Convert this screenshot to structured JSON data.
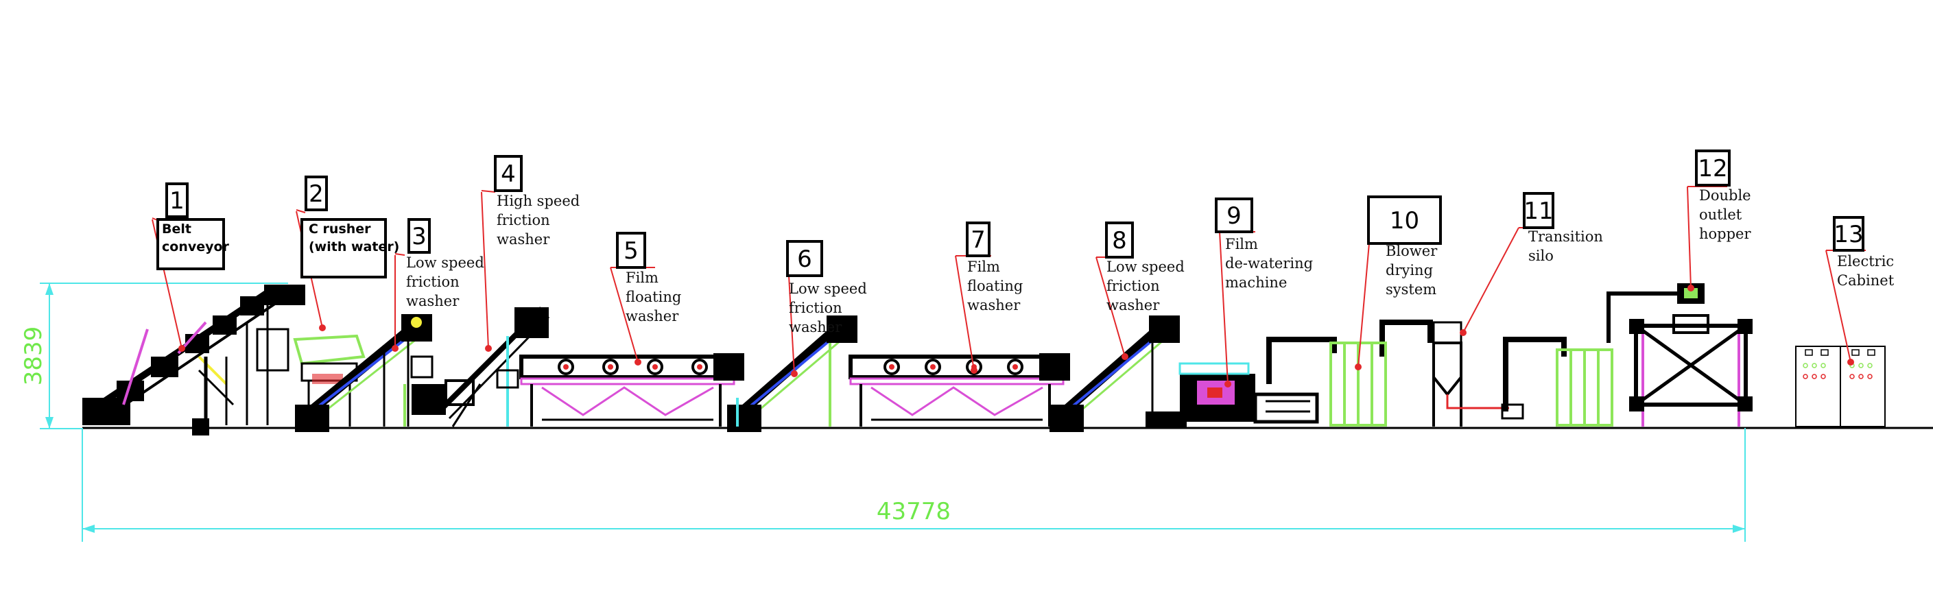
{
  "colors": {
    "outline": "#000000",
    "leader": "#e3282b",
    "dimension": "#4ee6e8",
    "dimension_text": "#6fe84a",
    "magenta": "#d94fd6",
    "green": "#8ee65a",
    "yellow": "#f4ee3a",
    "blue": "#2f4cf0",
    "red": "#e3282b"
  },
  "dimensions": {
    "height": "3839",
    "length": "43778"
  },
  "machines": [
    {
      "number": "1",
      "lines": [
        "Belt",
        "conveyor"
      ],
      "style": "boxed",
      "icon": "belt-conveyor-icon"
    },
    {
      "number": "2",
      "lines": [
        "C rusher",
        "(with water)"
      ],
      "style": "boxed",
      "icon": "crusher-icon"
    },
    {
      "number": "3",
      "lines": [
        "Low speed",
        "friction",
        "washer"
      ],
      "style": "plain",
      "icon": "friction-washer-icon"
    },
    {
      "number": "4",
      "lines": [
        "High speed",
        "friction",
        "washer"
      ],
      "style": "plain",
      "icon": "friction-washer-icon"
    },
    {
      "number": "5",
      "lines": [
        "Film",
        "floating",
        "washer"
      ],
      "style": "plain",
      "icon": "floating-washer-icon"
    },
    {
      "number": "6",
      "lines": [
        "Low speed",
        "friction",
        "washer"
      ],
      "style": "plain",
      "icon": "friction-washer-icon"
    },
    {
      "number": "7",
      "lines": [
        "Film",
        "floating",
        "washer"
      ],
      "style": "plain",
      "icon": "floating-washer-icon"
    },
    {
      "number": "8",
      "lines": [
        "Low speed",
        "friction",
        "washer"
      ],
      "style": "plain",
      "icon": "friction-washer-icon"
    },
    {
      "number": "9",
      "lines": [
        "Film",
        "de-watering",
        "machine"
      ],
      "style": "plain",
      "icon": "dewatering-machine-icon"
    },
    {
      "number": "10",
      "lines": [
        "Blower",
        "drying",
        "system"
      ],
      "style": "plain",
      "icon": "dryer-icon"
    },
    {
      "number": "11",
      "lines": [
        "Transition",
        "silo"
      ],
      "style": "plain",
      "icon": "silo-icon"
    },
    {
      "number": "12",
      "lines": [
        "Double",
        "outlet",
        "hopper"
      ],
      "style": "plain",
      "icon": "hopper-icon"
    },
    {
      "number": "13",
      "lines": [
        "Electric",
        "Cabinet"
      ],
      "style": "plain",
      "icon": "electric-cabinet-icon"
    }
  ]
}
